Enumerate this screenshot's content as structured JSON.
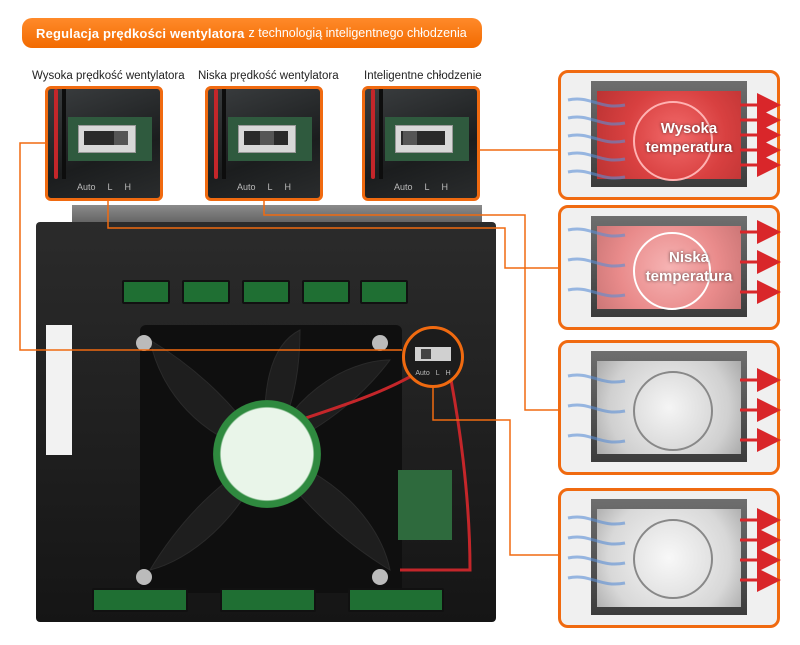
{
  "title": {
    "bold_part": "Regulacja prędkości wentylatora",
    "normal_part": "z technologią inteligentnego chłodzenia"
  },
  "switches": [
    {
      "label": "Wysoka prędkość wentylatora",
      "position": "H",
      "marks": [
        "Auto",
        "L",
        "H"
      ]
    },
    {
      "label": "Niska prędkość wentylatora",
      "position": "L",
      "marks": [
        "Auto",
        "L",
        "H"
      ]
    },
    {
      "label": "Inteligentne chłodzenie",
      "position": "Auto",
      "marks": [
        "Auto",
        "L",
        "H"
      ]
    }
  ],
  "panels": [
    {
      "line1": "Wysoka",
      "line2": "temperatura",
      "heat": "high"
    },
    {
      "line1": "Niska",
      "line2": "temperatura",
      "heat": "low"
    },
    {
      "line1": "",
      "line2": "",
      "heat": "none"
    },
    {
      "line1": "",
      "line2": "",
      "heat": "cooled"
    }
  ],
  "unit_marks": [
    "Auto",
    "L",
    "H"
  ],
  "colors": {
    "accent": "#f06a10",
    "arrow": "#d9262a",
    "airflow": "#5b8fd6",
    "pcb": "#2f5a3e"
  }
}
